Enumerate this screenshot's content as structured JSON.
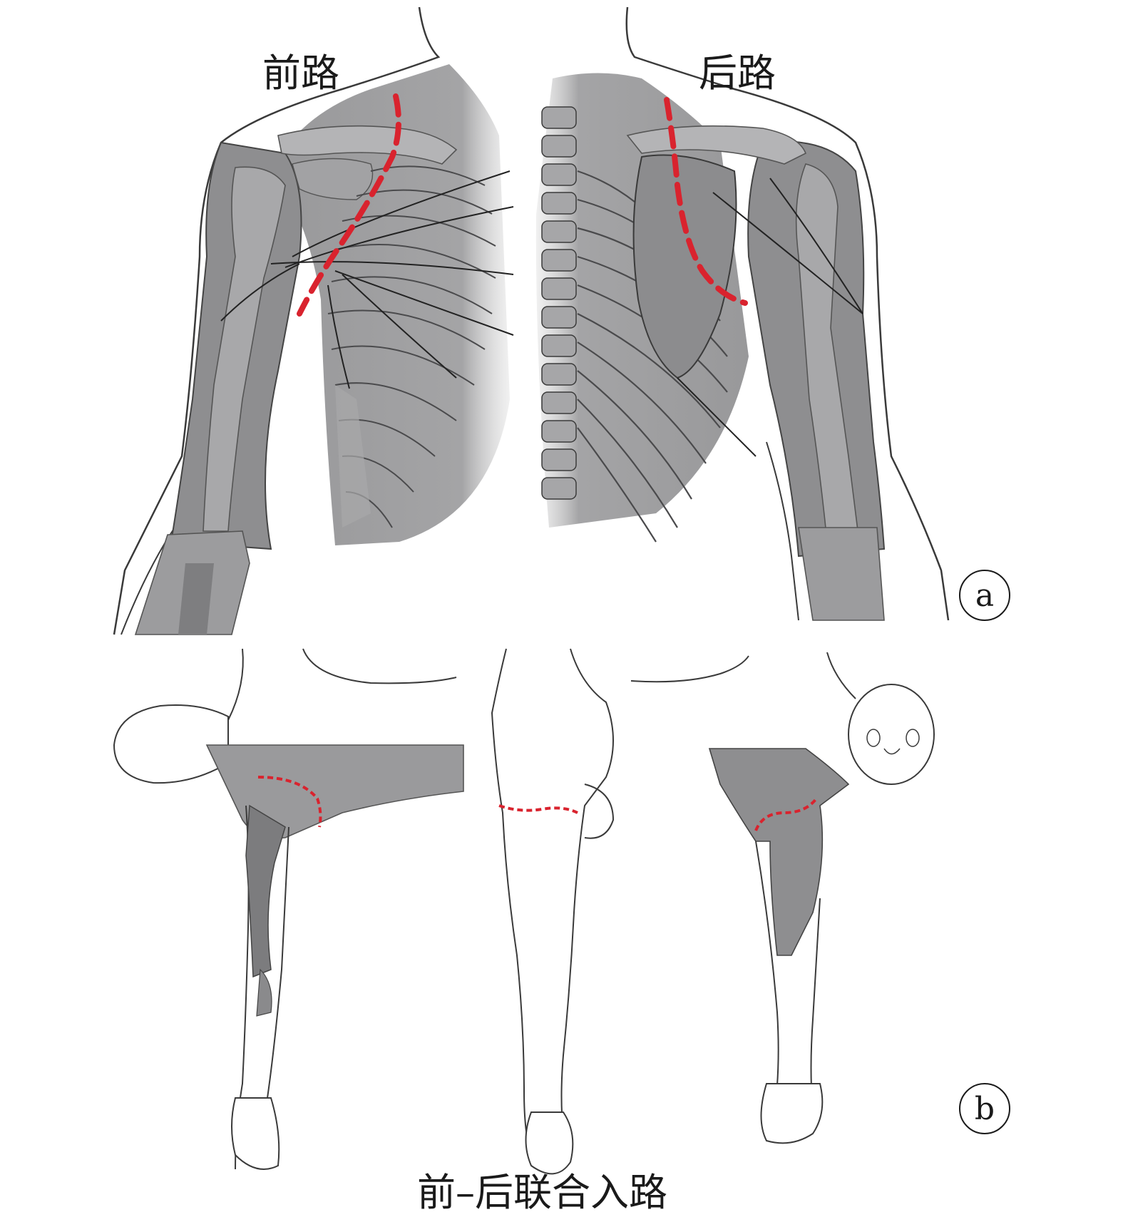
{
  "panel_a": {
    "label_anterior": "前路",
    "label_posterior": "后路",
    "badge": "a"
  },
  "panel_b": {
    "caption": "前–后联合入路",
    "badge": "b"
  },
  "colors": {
    "incision": "#d9232e",
    "body_shading": "#8a8a8c",
    "outline": "#2a2a2a"
  }
}
